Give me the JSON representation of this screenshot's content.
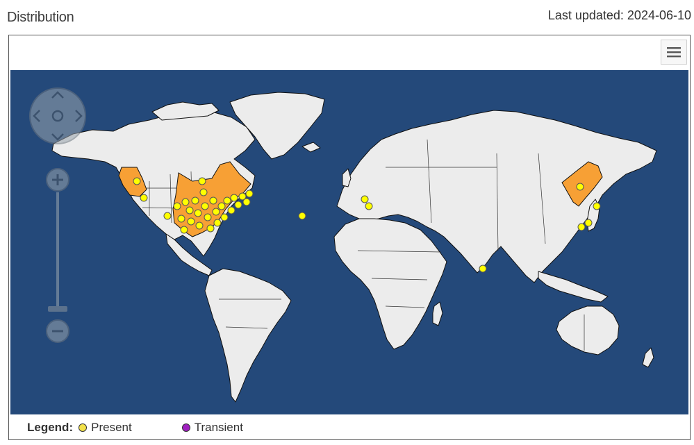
{
  "header": {
    "title": "Distribution",
    "last_updated": "Last updated: 2024-06-10"
  },
  "map": {
    "ocean_color": "#24497a",
    "land_color": "#ececec",
    "border_color": "#111111",
    "region_color": "#f7a035",
    "point_color": "#ffff00",
    "controls": {
      "pan": "pan-control",
      "zoom_in_icon": "plus-icon",
      "zoom_out_icon": "minus-icon",
      "menu_icon": "hamburger-menu-icon"
    }
  },
  "legend": {
    "label": "Legend:",
    "items": [
      {
        "label": "Present",
        "color": "#f2e14a"
      },
      {
        "label": "Transient",
        "color": "#a020c0"
      }
    ]
  }
}
